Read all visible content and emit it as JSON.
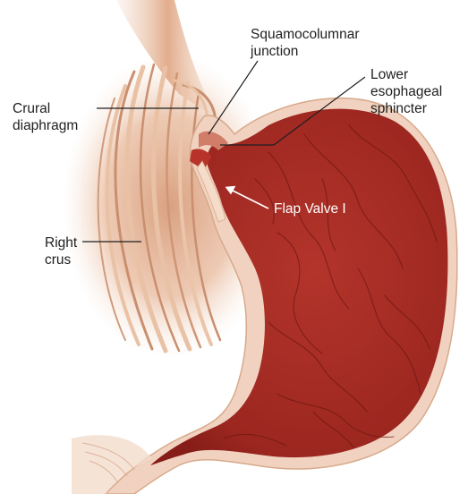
{
  "labels": {
    "squamocolumnar": "Squamocolumnar\njunction",
    "lower_sphincter": "Lower\nesophageal\nsphincter",
    "crural": "Crural\ndiaphragm",
    "right_crus": "Right\ncrus",
    "flap_valve": "Flap Valve I"
  },
  "colors": {
    "stomach": "#a32a22",
    "stomach_dark": "#7d1b16",
    "wall": "#f1d2c0",
    "muscle": "#d9a585",
    "muscle_light": "#ecc8ac",
    "background": "#ffffff"
  }
}
